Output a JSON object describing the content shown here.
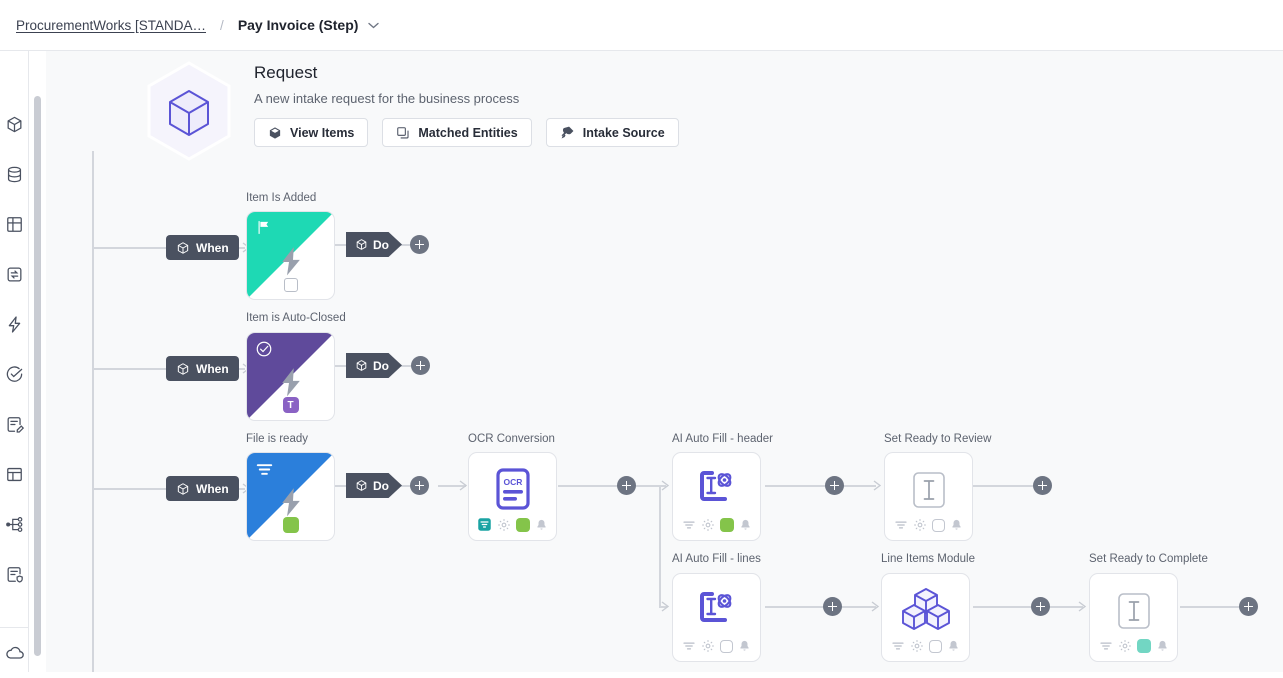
{
  "breadcrumb": {
    "parent": "ProcurementWorks [STANDA…",
    "separator": "/",
    "current": "Pay Invoice (Step)",
    "chevron": "⌄"
  },
  "sidebar": {
    "toggle_icon": "collapse-arrow-icon",
    "items": [
      {
        "icon": "cube-icon",
        "name": "sidebar-item-objects"
      },
      {
        "icon": "database-icon",
        "name": "sidebar-item-data"
      },
      {
        "icon": "grid-icon",
        "name": "sidebar-item-grid"
      },
      {
        "icon": "exchange-icon",
        "name": "sidebar-item-exchange"
      },
      {
        "icon": "bolt-icon",
        "name": "sidebar-item-automations"
      },
      {
        "icon": "check-circle-icon",
        "name": "sidebar-item-tasks"
      },
      {
        "icon": "edit-doc-icon",
        "name": "sidebar-item-forms"
      },
      {
        "icon": "layout-icon",
        "name": "sidebar-item-layouts"
      },
      {
        "icon": "workflow-icon",
        "name": "sidebar-item-workflows"
      },
      {
        "icon": "doc-shield-icon",
        "name": "sidebar-item-policies"
      }
    ],
    "bottom_items": [
      {
        "icon": "cloud-icon",
        "name": "sidebar-item-cloud"
      }
    ]
  },
  "header": {
    "logo_icon": "hexagon-cube-icon",
    "title": "Request",
    "subtitle": "A new intake request for the business process",
    "buttons": [
      {
        "label": "View Items",
        "icon": "cube-icon",
        "name": "view-items-button"
      },
      {
        "label": "Matched Entities",
        "icon": "copy-icon",
        "name": "matched-entities-button"
      },
      {
        "label": "Intake Source",
        "icon": "plug-icon",
        "name": "intake-source-button"
      }
    ]
  },
  "flow": {
    "when_label": "When",
    "do_label": "Do",
    "triggers": [
      {
        "label": "Item Is Added",
        "corner_color": "#1ed9b4",
        "corner_icon": "flag-icon",
        "badge": "empty-square",
        "badge_text": ""
      },
      {
        "label": "Item is Auto-Closed",
        "corner_color": "#5f4a9b",
        "corner_icon": "check-circle-icon",
        "badge": "purple-square",
        "badge_text": "T"
      },
      {
        "label": "File is ready",
        "corner_color": "#2b7fdb",
        "corner_icon": "filter-icon",
        "badge": "green-square",
        "badge_text": ""
      }
    ],
    "nodes": [
      {
        "label": "OCR Conversion",
        "icon": "ocr-document-icon",
        "icon_color": "#5b54d6",
        "disabled": false,
        "footer": [
          "teal-filter-icon",
          "gear-icon",
          "green-square",
          "bell-icon"
        ]
      },
      {
        "label": "AI Auto Fill - header",
        "icon": "ai-autofill-icon",
        "icon_color": "#5b54d6",
        "disabled": false,
        "footer": [
          "filter-icon",
          "gear-icon",
          "green-square",
          "bell-icon"
        ]
      },
      {
        "label": "Set Ready to Review",
        "icon": "text-cursor-icon",
        "icon_color": "#9aa0ab",
        "disabled": true,
        "footer": [
          "filter-icon",
          "gear-icon",
          "empty-square",
          "bell-icon"
        ]
      },
      {
        "label": "AI Auto Fill - lines",
        "icon": "ai-autofill-icon",
        "icon_color": "#5b54d6",
        "disabled": false,
        "footer": [
          "filter-icon",
          "gear-icon",
          "empty-square",
          "bell-icon"
        ]
      },
      {
        "label": "Line Items Module",
        "icon": "cubes-stack-icon",
        "icon_color": "#5b54d6",
        "disabled": false,
        "footer": [
          "filter-icon",
          "gear-icon",
          "empty-square",
          "bell-icon"
        ]
      },
      {
        "label": "Set Ready to Complete",
        "icon": "text-cursor-icon",
        "icon_color": "#9aa0ab",
        "disabled": true,
        "footer": [
          "filter-icon",
          "gear-icon",
          "mint-square",
          "bell-icon"
        ]
      }
    ]
  },
  "colors": {
    "accent_blue": "#2b7fdb",
    "brand_purple": "#5b54d6",
    "badge_dark": "#4a5160",
    "canvas_bg": "#f8f9fa",
    "line": "#d3d6dc"
  }
}
